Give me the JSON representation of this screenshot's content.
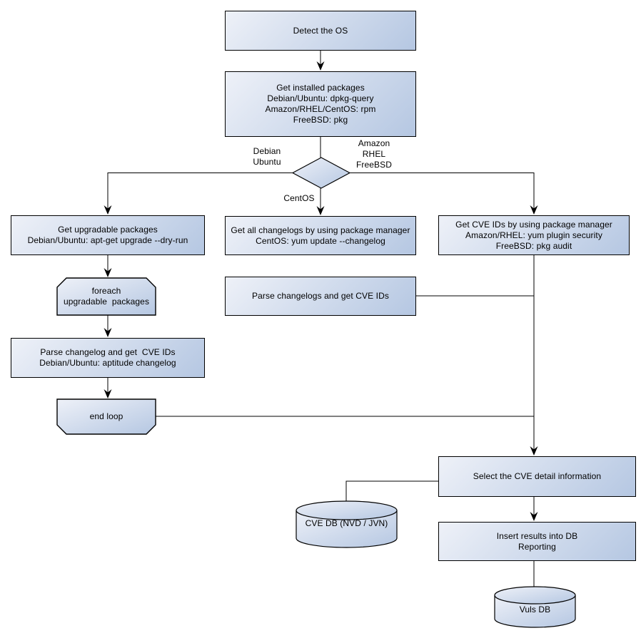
{
  "nodes": {
    "detect_os": "Detect the OS",
    "get_installed": "Get installed packages\nDebian/Ubuntu: dpkg-query\nAmazon/RHEL/CentOS: rpm\nFreeBSD: pkg",
    "get_upgradable": "Get upgradable packages\nDebian/Ubuntu: apt-get upgrade --dry-run",
    "foreach_loop": "foreach\nupgradable  packages",
    "parse_changelog": "Parse changelog and get  CVE IDs\nDebian/Ubuntu: aptitude changelog",
    "end_loop": "end loop",
    "get_all_changelogs": "Get all changelogs by using package manager\nCentOS: yum update --changelog",
    "parse_changelogs": "Parse changelogs and get CVE IDs",
    "get_cve_ids": "Get CVE IDs by using package manager\nAmazon/RHEL: yum plugin security\nFreeBSD: pkg audit",
    "select_cve_detail": "Select the CVE detail information",
    "insert_results": "Insert results into DB\nReporting",
    "cve_db": "CVE DB (NVD / JVN)",
    "vuls_db": "Vuls DB"
  },
  "branch_labels": {
    "debian_ubuntu": "Debian\nUbuntu",
    "amazon_rhel_freebsd": "Amazon\nRHEL\nFreeBSD",
    "centos": "CentOS"
  },
  "colors": {
    "node_fill_light": "#eef1f8",
    "node_fill_dark": "#b5c7e2",
    "border": "#000000",
    "background": "#ffffff",
    "text": "#000000"
  }
}
